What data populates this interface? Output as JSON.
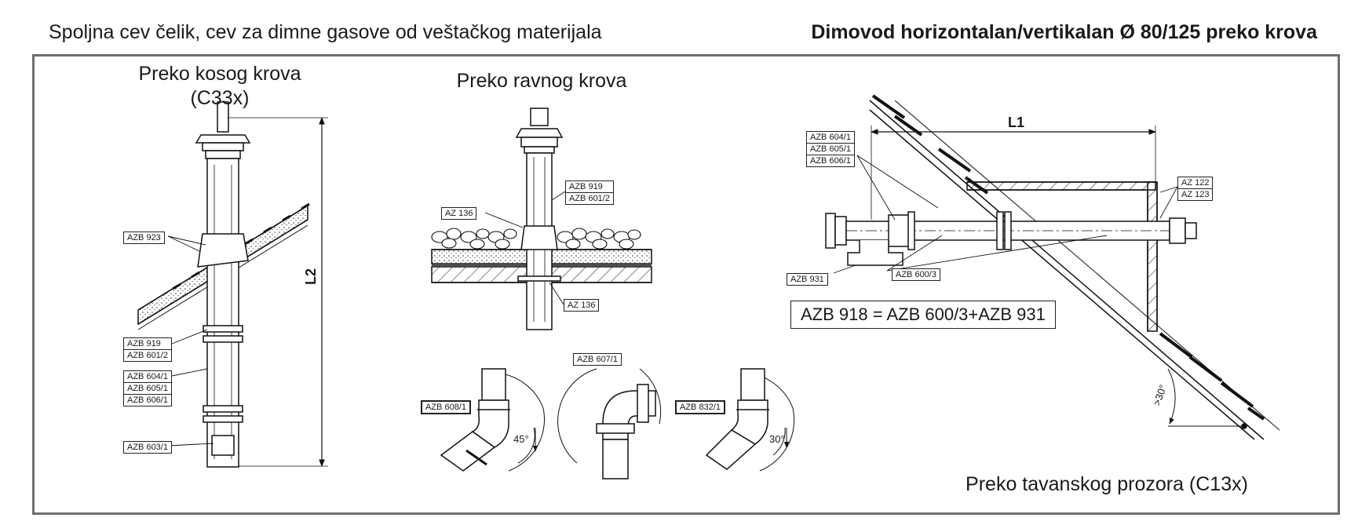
{
  "header": {
    "left": "Spoljna cev čelik, cev za dimne gasove od veštačkog materijala",
    "right": "Dimovod horizontalan/vertikalan Ø 80/125 preko krova"
  },
  "sections": {
    "sloped_title": "Preko kosog krova",
    "sloped_sub": "(C33x)",
    "flat_title": "Preko ravnog krova",
    "window_title": "Preko tavanskog prozora (C13x)"
  },
  "sloped_labels": {
    "azb923": "AZB 923",
    "azb919": "AZB 919",
    "azb601_2": "AZB 601/2",
    "azb604_1": "AZB 604/1",
    "azb605_1": "AZB 605/1",
    "azb606_1": "AZB 606/1",
    "azb603_1": "AZB 603/1",
    "dim": "L2"
  },
  "flat_labels": {
    "azb919": "AZB 919",
    "azb601_2": "AZB 601/2",
    "az136_top": "AZ 136",
    "az136_bottom": "AZ 136",
    "azb607_1": "AZB 607/1",
    "azb608_1": "AZB 608/1",
    "azb832_1": "AZB 832/1",
    "angle45": "45°",
    "angle30": "30°"
  },
  "window_labels": {
    "azb604_1": "AZB 604/1",
    "azb605_1": "AZB 605/1",
    "azb606_1": "AZB 606/1",
    "az122": "AZ 122",
    "az123": "AZ 123",
    "azb931": "AZB 931",
    "azb600_3": "AZB 600/3",
    "formula": "AZB 918 = AZB 600/3+AZB 931",
    "dim": "L1",
    "angle": ">30°"
  }
}
